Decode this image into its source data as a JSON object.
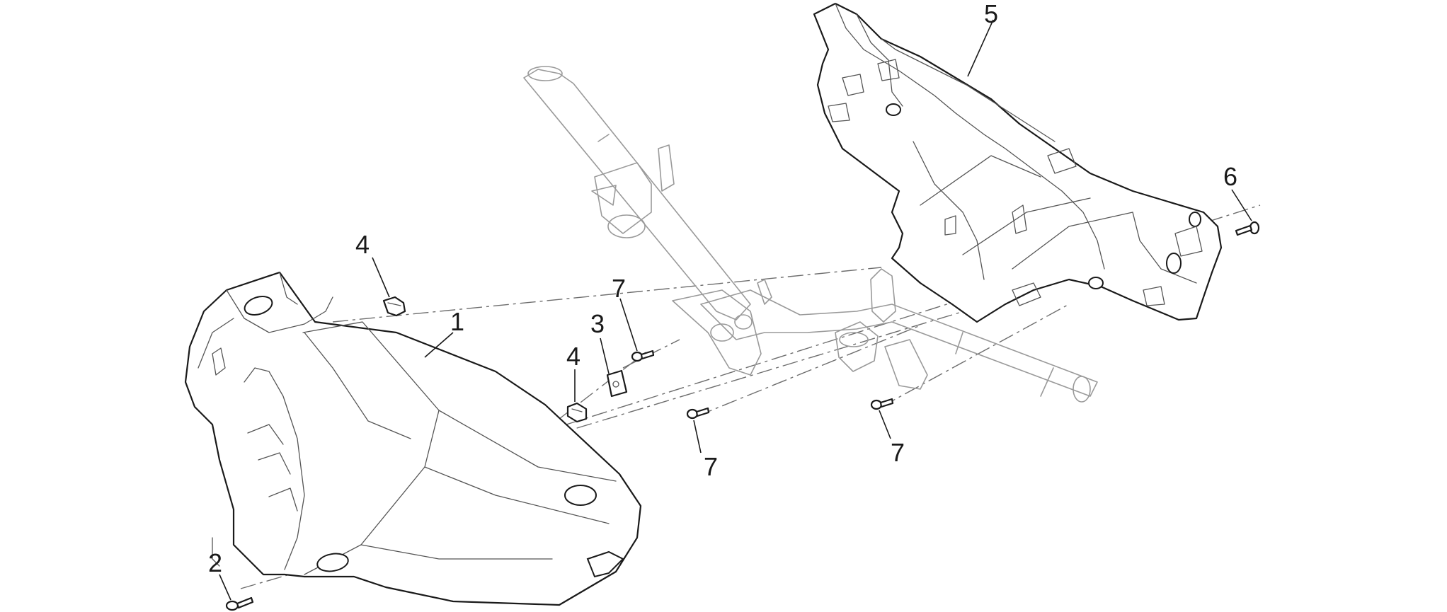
{
  "diagram": {
    "callouts": [
      {
        "id": "1"
      },
      {
        "id": "2"
      },
      {
        "id": "3"
      },
      {
        "id": "4a",
        "label": "4"
      },
      {
        "id": "4b",
        "label": "4"
      },
      {
        "id": "5"
      },
      {
        "id": "6"
      },
      {
        "id": "7a",
        "label": "7"
      },
      {
        "id": "7b",
        "label": "7"
      },
      {
        "id": "7c",
        "label": "7"
      }
    ]
  },
  "labels": {
    "c1": "1",
    "c2": "2",
    "c3": "3",
    "c4a": "4",
    "c4b": "4",
    "c5": "5",
    "c6": "6",
    "c7a": "7",
    "c7b": "7",
    "c7c": "7"
  }
}
